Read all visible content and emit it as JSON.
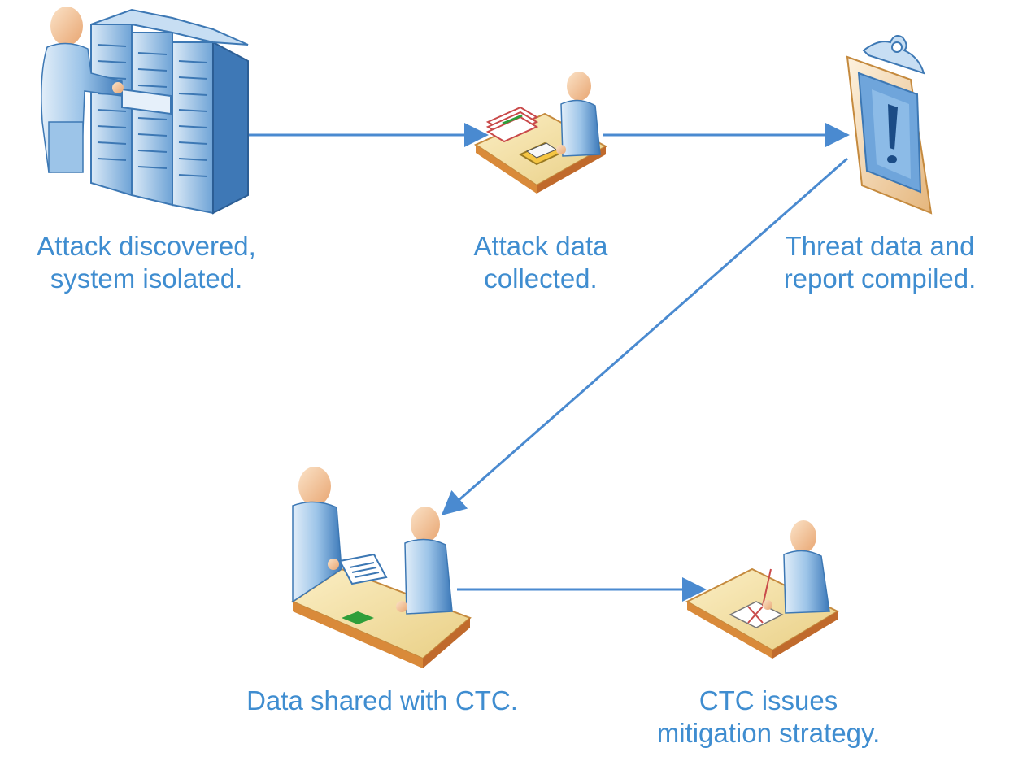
{
  "diagram": {
    "accent_color": "#3f8dd0",
    "arrow_color": "#4a8ad0",
    "steps": [
      {
        "id": "attack-discovered",
        "icon": "server-rack-with-person-icon",
        "label_lines": [
          "Attack discovered,",
          "system isolated."
        ]
      },
      {
        "id": "data-collected",
        "icon": "person-at-desk-with-documents-icon",
        "label_lines": [
          "Attack data",
          "collected."
        ]
      },
      {
        "id": "report-compiled",
        "icon": "clipboard-alert-icon",
        "label_lines": [
          "Threat data and",
          "report compiled."
        ]
      },
      {
        "id": "data-shared",
        "icon": "two-people-sharing-document-icon",
        "label_lines": [
          "Data shared with CTC."
        ]
      },
      {
        "id": "mitigation",
        "icon": "person-signing-document-icon",
        "label_lines": [
          "CTC issues",
          "mitigation strategy."
        ]
      }
    ],
    "connections": [
      {
        "from": "attack-discovered",
        "to": "data-collected"
      },
      {
        "from": "data-collected",
        "to": "report-compiled"
      },
      {
        "from": "report-compiled",
        "to": "data-shared"
      },
      {
        "from": "data-shared",
        "to": "mitigation"
      }
    ]
  }
}
